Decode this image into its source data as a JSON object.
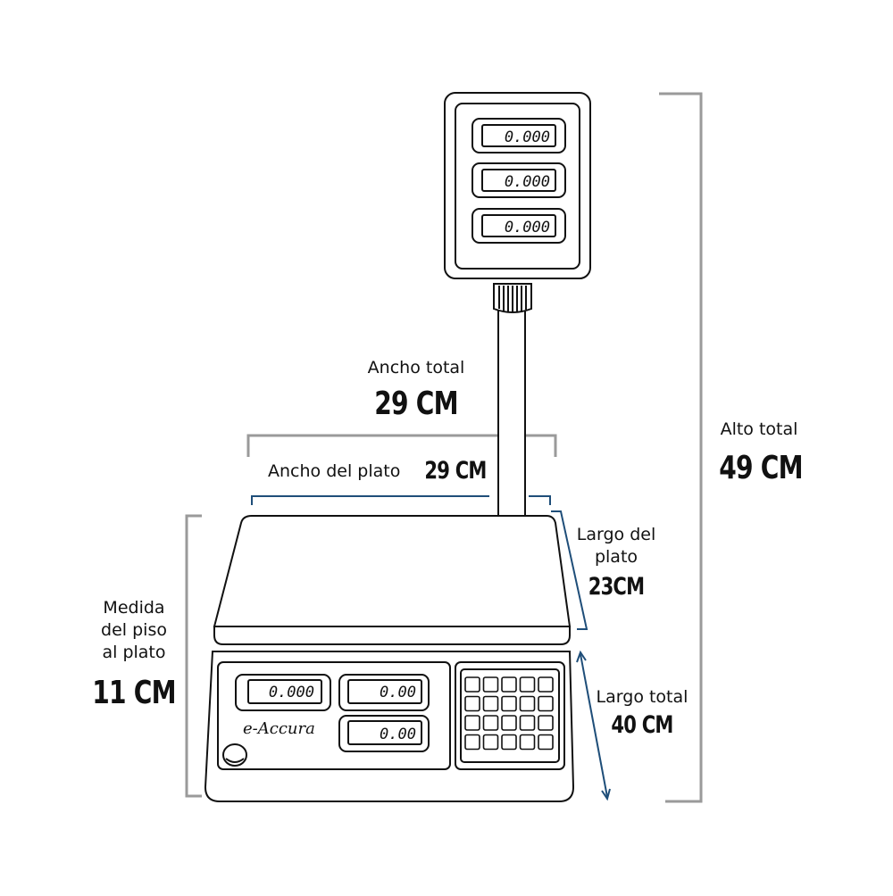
{
  "labels": {
    "ancho_total_title": "Ancho total",
    "ancho_total_value": "29 CM",
    "ancho_plato_title": "Ancho del plato",
    "ancho_plato_value": "29 CM",
    "largo_plato_line1": "Largo del",
    "largo_plato_line2": "plato",
    "largo_plato_value": "23CM",
    "alto_total_title": "Alto total",
    "alto_total_value": "49 CM",
    "medida_line1": "Medida",
    "medida_line2": "del piso",
    "medida_line3": "al plato",
    "medida_value": "11 CM",
    "largo_total_title": "Largo total",
    "largo_total_value": "40 CM"
  },
  "scale": {
    "brand": "e-Accura",
    "top_display": [
      "0.000",
      "0.000",
      "0.000"
    ],
    "front_display": {
      "weight": "0.000",
      "price": "0.00",
      "total": "0.00"
    }
  },
  "colors": {
    "gray_bracket": "#9a9a9a",
    "blue_line": "#1f4e79",
    "outline": "#111111"
  }
}
